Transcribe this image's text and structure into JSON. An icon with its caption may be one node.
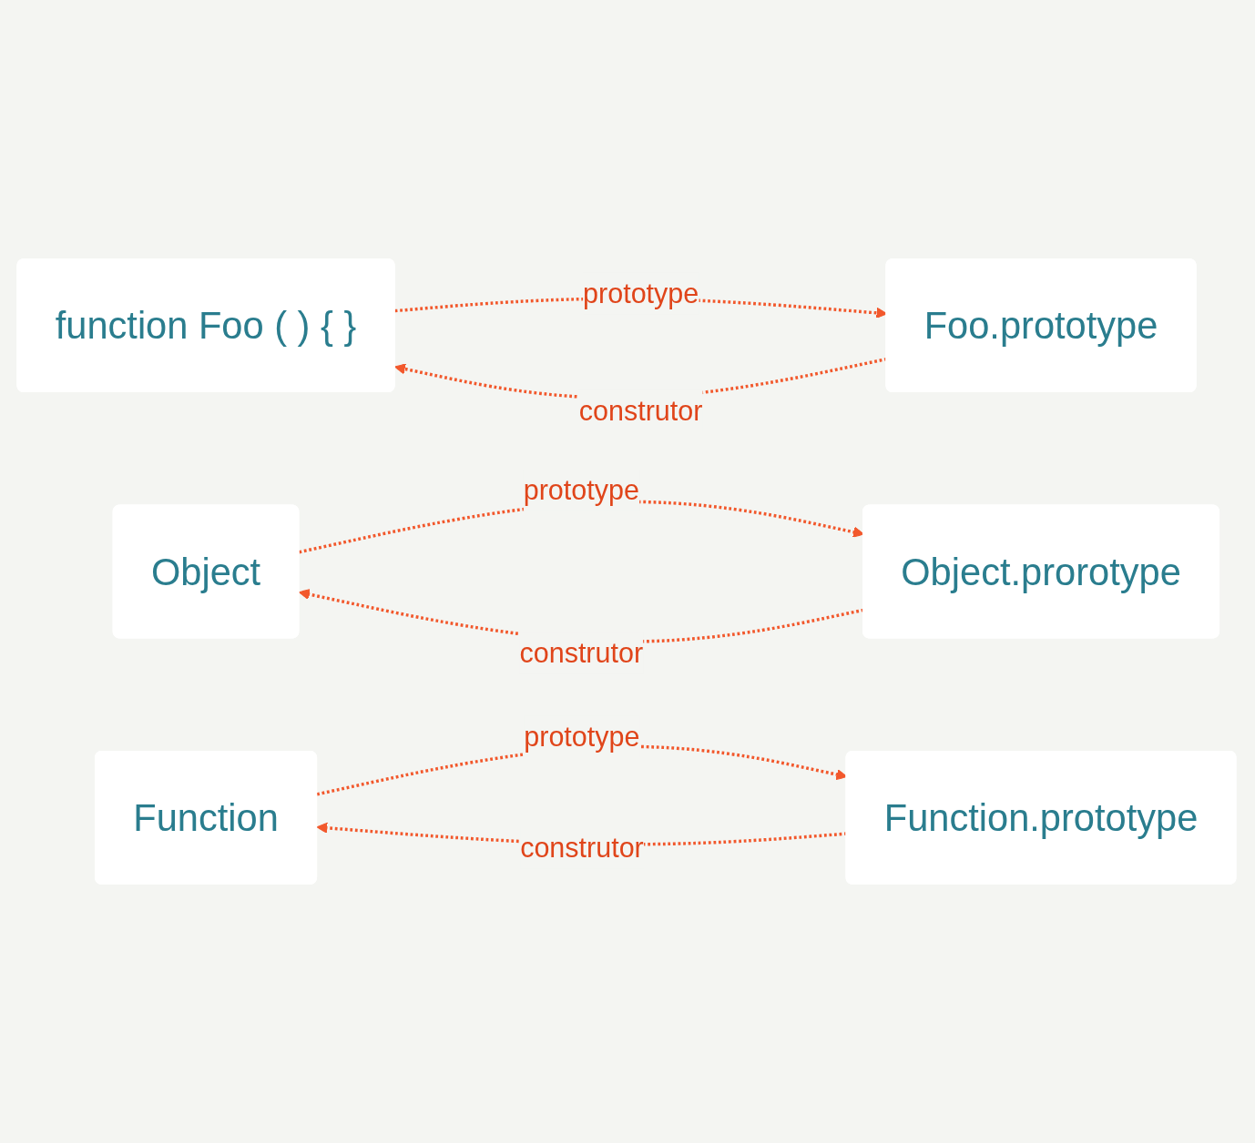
{
  "diagram": {
    "nodes": [
      {
        "text": [
          "function Foo ( ) { }"
        ]
      },
      {
        "text": [
          "Foo.prototype"
        ]
      },
      {
        "text": [
          "Object"
        ]
      },
      {
        "text": [
          "Object.prorotype"
        ]
      },
      {
        "text": [
          "Function"
        ]
      },
      {
        "text": [
          "Function.prototype"
        ]
      }
    ],
    "edges": [
      {
        "from": 0,
        "to": 1,
        "arrow": "to",
        "label": "prototype",
        "style": "dashed"
      },
      {
        "from": 1,
        "to": 0,
        "arrow": "to",
        "label": "construtor",
        "style": "dashed"
      },
      {
        "from": 2,
        "to": 3,
        "arrow": "to",
        "label": "prototype",
        "style": "dashed"
      },
      {
        "from": 3,
        "to": 2,
        "arrow": "to",
        "label": "construtor",
        "style": "dashed"
      },
      {
        "from": 4,
        "to": 5,
        "arrow": "to",
        "label": "prototype",
        "style": "dashed"
      },
      {
        "from": 5,
        "to": 4,
        "arrow": "to",
        "label": "construtor",
        "style": "dashed"
      }
    ]
  }
}
